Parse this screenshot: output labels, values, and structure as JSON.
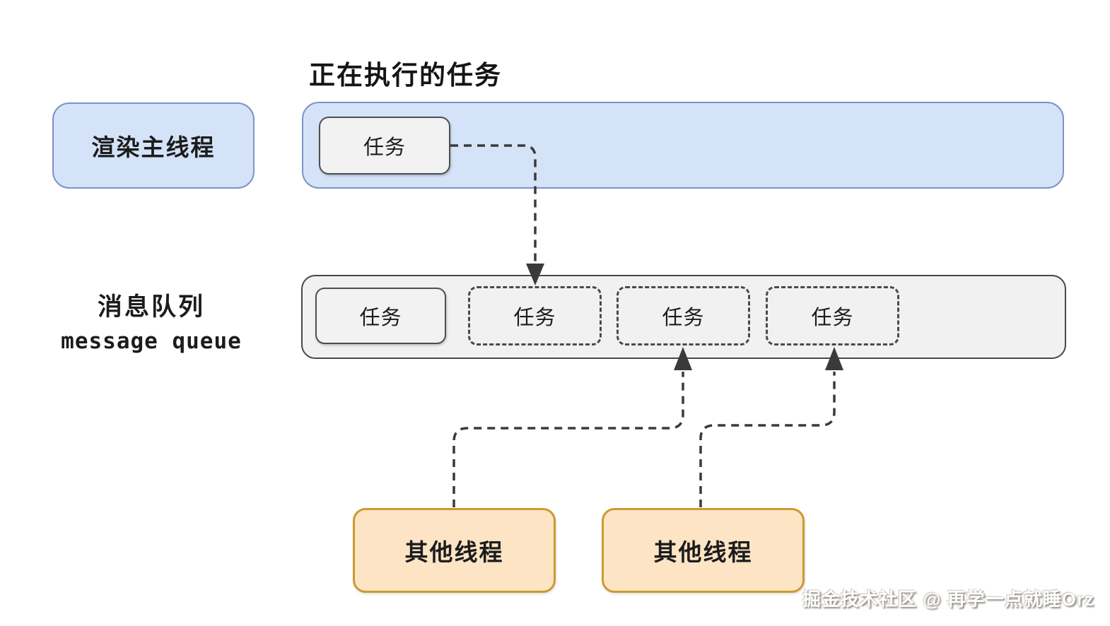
{
  "title": {
    "text": "正在执行的任务"
  },
  "main_thread": {
    "label": "渲染主线程"
  },
  "executing_task": {
    "label": "任务"
  },
  "queue": {
    "label_zh": "消息队列",
    "label_en": "message queue",
    "tasks": [
      {
        "label": "任务",
        "style": "solid"
      },
      {
        "label": "任务",
        "style": "dashed"
      },
      {
        "label": "任务",
        "style": "dashed"
      },
      {
        "label": "任务",
        "style": "dashed"
      }
    ]
  },
  "other_threads": [
    {
      "label": "其他线程"
    },
    {
      "label": "其他线程"
    }
  ],
  "watermark": {
    "text": "掘金技术社区 @ 再学一点就睡Orz"
  },
  "colors": {
    "blue_fill": "#d5e3f9",
    "blue_border": "#7a94c5",
    "gray_fill": "#f1f1f1",
    "dark_border": "#4a4a4a",
    "orange_fill": "#fce4c5",
    "orange_border": "#cd9a2d",
    "connector": "#3a3a3a",
    "text": "#1c1c1c"
  }
}
